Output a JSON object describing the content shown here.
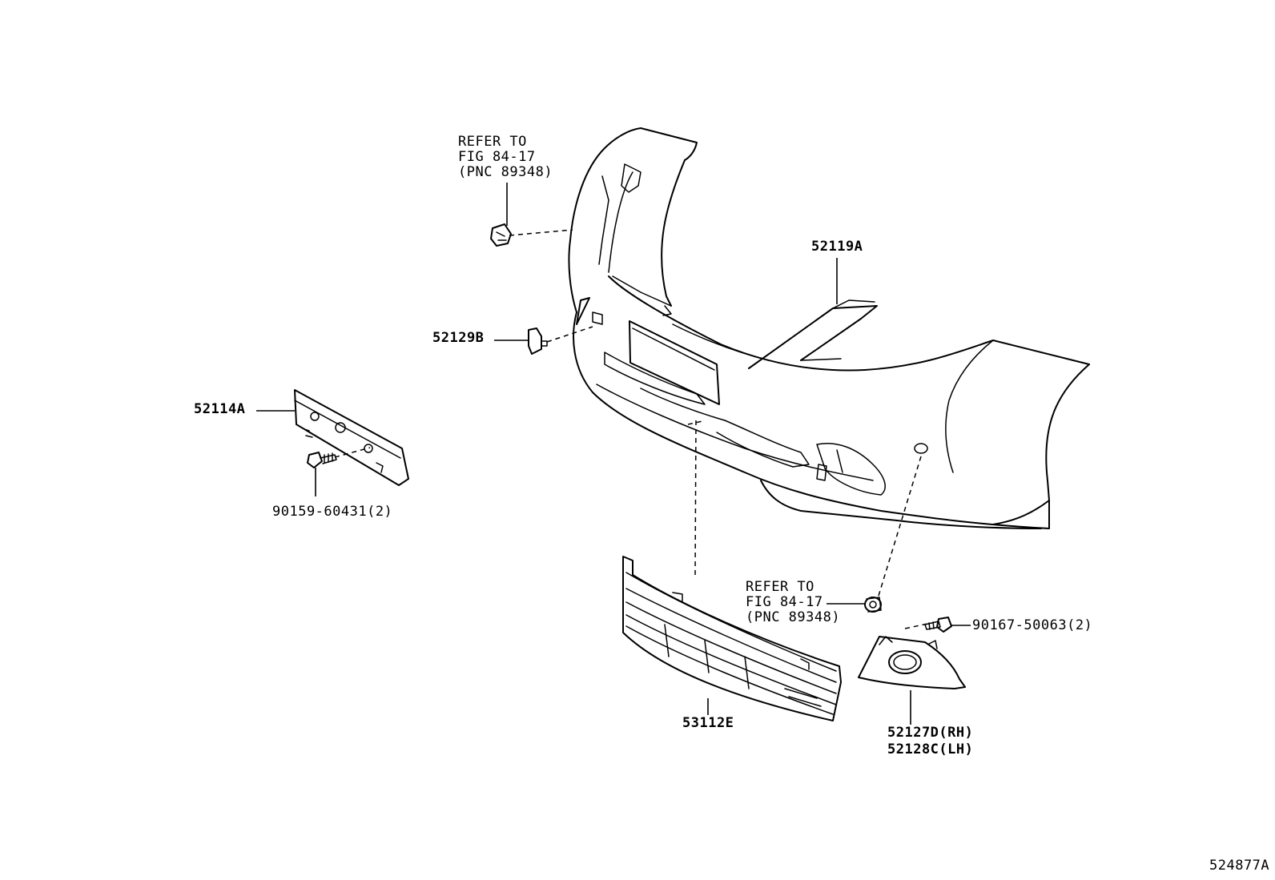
{
  "diagram": {
    "labels": {
      "refer_top": [
        "REFER TO",
        "FIG 84-17",
        "(PNC 89348)"
      ],
      "p52119A": "52119A",
      "p52129B": "52129B",
      "p52114A": "52114A",
      "p90159": "90159-60431(2)",
      "refer_bottom": [
        "REFER TO",
        "FIG 84-17",
        "(PNC 89348)"
      ],
      "p90167": "90167-50063(2)",
      "p53112E": "53112E",
      "p52127D": "52127D(RH)",
      "p52128C": "52128C(LH)",
      "ref_number": "524877A"
    }
  }
}
